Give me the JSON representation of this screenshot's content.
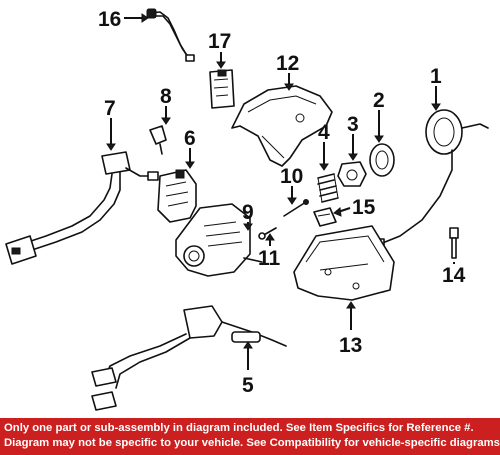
{
  "diagram": {
    "callouts": [
      {
        "id": "1",
        "label": "1"
      },
      {
        "id": "2",
        "label": "2"
      },
      {
        "id": "3",
        "label": "3"
      },
      {
        "id": "4",
        "label": "4"
      },
      {
        "id": "5",
        "label": "5"
      },
      {
        "id": "6",
        "label": "6"
      },
      {
        "id": "7",
        "label": "7"
      },
      {
        "id": "8",
        "label": "8"
      },
      {
        "id": "9",
        "label": "9"
      },
      {
        "id": "10",
        "label": "10"
      },
      {
        "id": "11",
        "label": "11"
      },
      {
        "id": "12",
        "label": "12"
      },
      {
        "id": "13",
        "label": "13"
      },
      {
        "id": "14",
        "label": "14"
      },
      {
        "id": "15",
        "label": "15"
      },
      {
        "id": "16",
        "label": "16"
      },
      {
        "id": "17",
        "label": "17"
      }
    ]
  },
  "footer": {
    "line1": "Only one part or sub-assembly in diagram included. See Item Specifics for Reference #.",
    "line2": "Diagram may not be specific to your vehicle. See Compatibility for vehicle-specific diagrams.",
    "background_color": "#cc1f1f",
    "text_color": "#ffffff"
  }
}
